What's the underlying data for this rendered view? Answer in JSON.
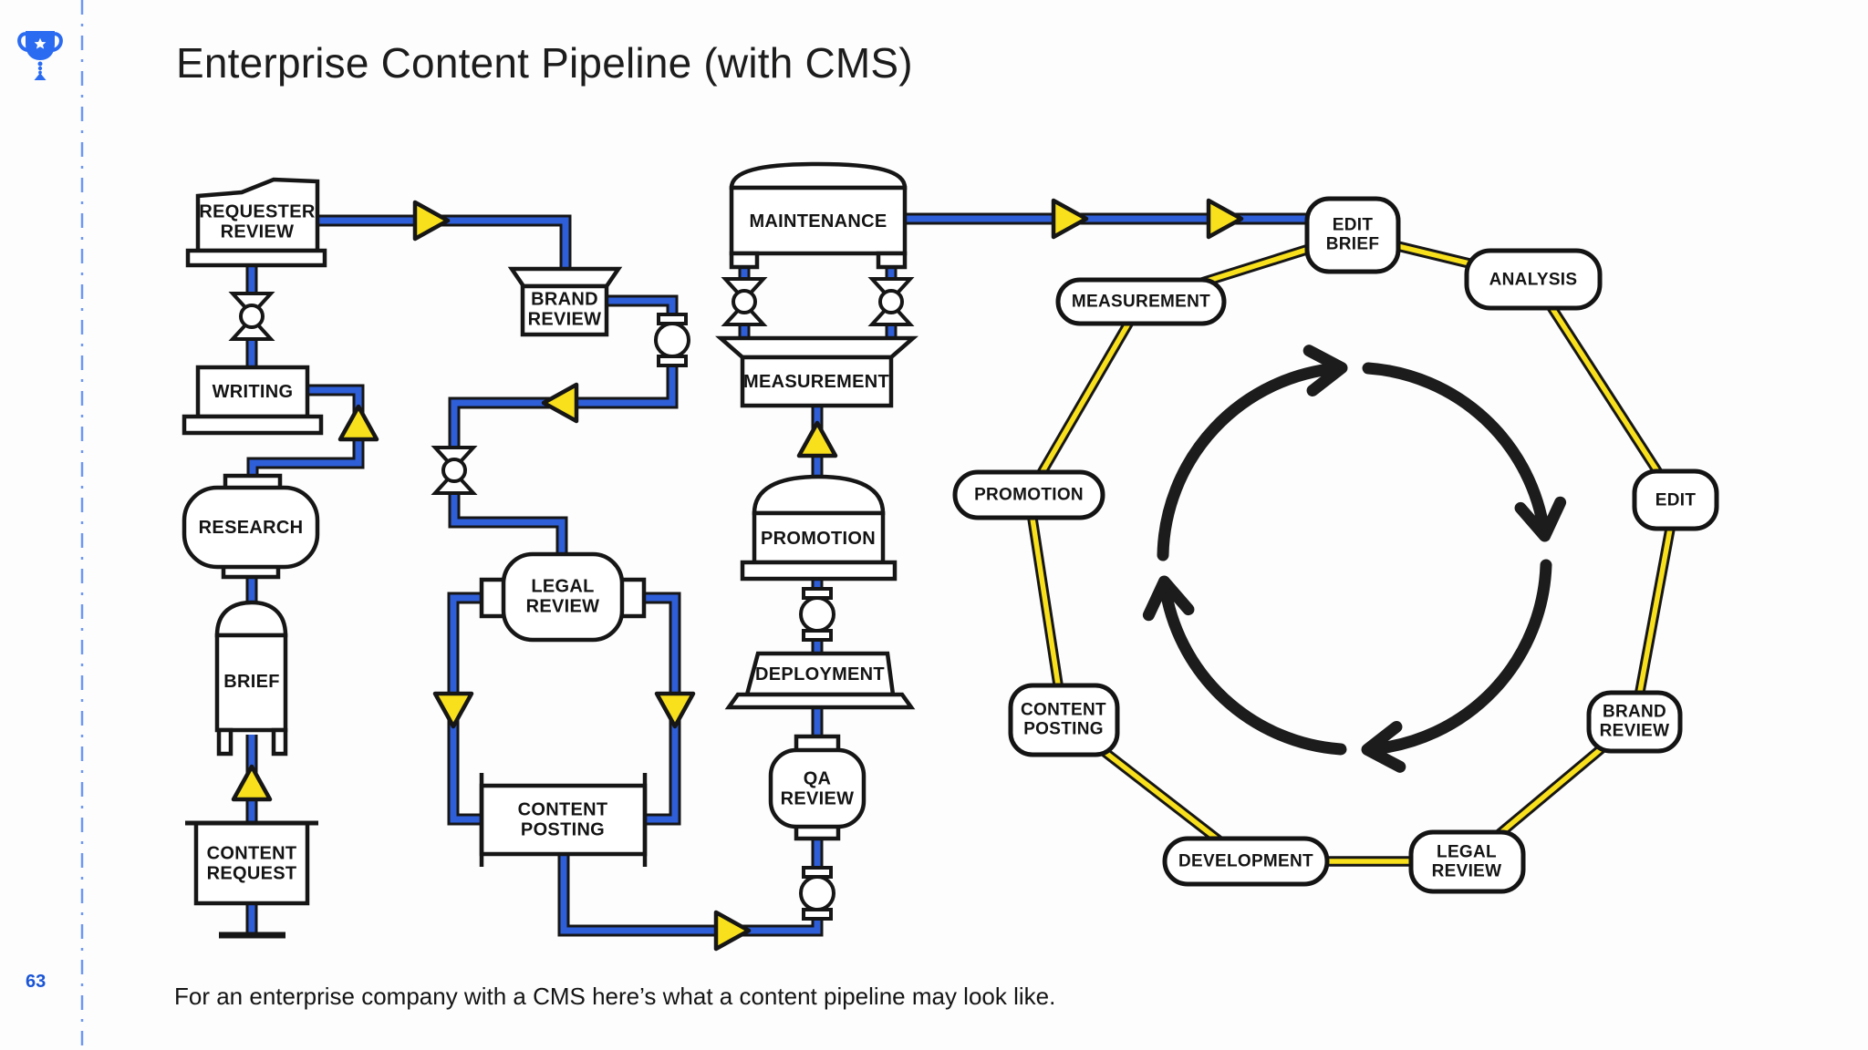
{
  "title": "Enterprise Content Pipeline (with CMS)",
  "caption": "For an enterprise company with a CMS here’s what a content pipeline may look like.",
  "page_number": "63",
  "colors": {
    "pipe_blue": "#2e5ed8",
    "pipe_yellow": "#f8e01c",
    "outline_black": "#161616",
    "accent_blue": "#2a6bf2",
    "page_number_blue": "#1a55d6"
  },
  "machines": {
    "requester_review": "REQUESTER\nREVIEW",
    "writing": "WRITING",
    "research": "RESEARCH",
    "brief": "BRIEF",
    "content_request": "CONTENT\nREQUEST",
    "brand_review": "BRAND\nREVIEW",
    "legal_review": "LEGAL\nREVIEW",
    "content_posting": "CONTENT\nPOSTING",
    "qa_review": "QA\nREVIEW",
    "deployment": "DEPLOYMENT",
    "promotion": "PROMOTION",
    "measurement": "MEASUREMENT",
    "maintenance": "MAINTENANCE"
  },
  "cms_cycle": {
    "edit_brief": "EDIT\nBRIEF",
    "analysis": "ANALYSIS",
    "edit": "EDIT",
    "brand_review": "BRAND\nREVIEW",
    "legal_review": "LEGAL\nREVIEW",
    "development": "DEVELOPMENT",
    "content_posting": "CONTENT\nPOSTING",
    "promotion": "PROMOTION",
    "measurement": "MEASUREMENT"
  }
}
